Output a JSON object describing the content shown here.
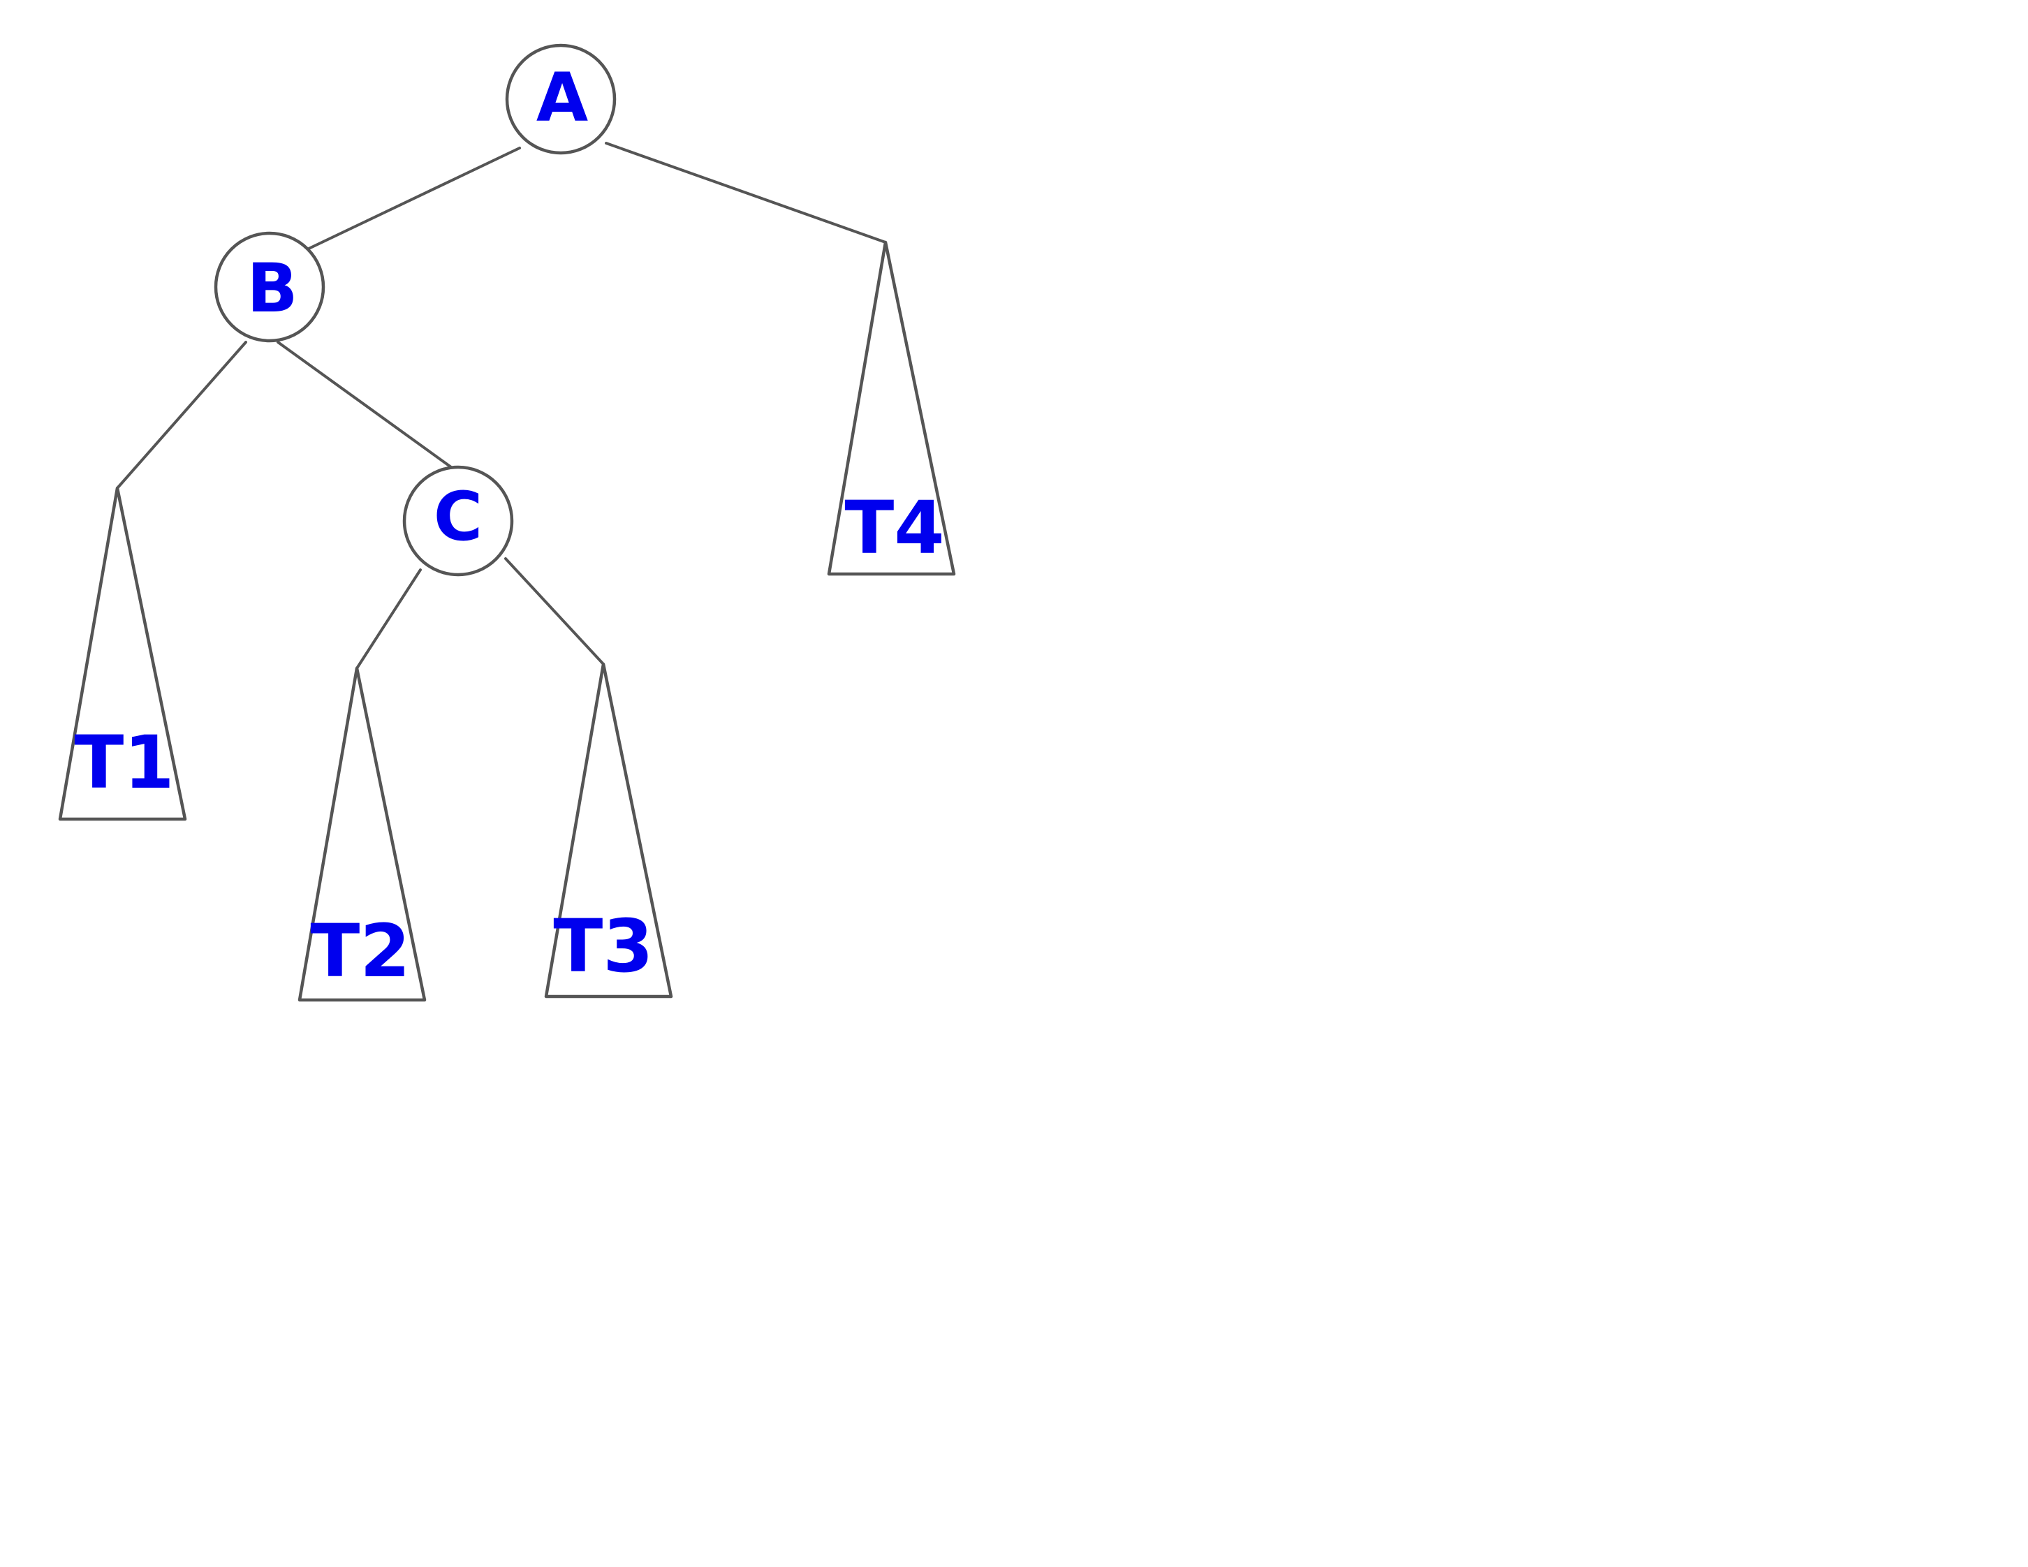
{
  "colors": {
    "label": "#0000ee",
    "line": "#555555",
    "background": "#ffffff"
  },
  "nodes": {
    "a": {
      "label": "A"
    },
    "b": {
      "label": "B"
    },
    "c": {
      "label": "C"
    }
  },
  "subtrees": {
    "t1": {
      "label": "T1"
    },
    "t2": {
      "label": "T2"
    },
    "t3": {
      "label": "T3"
    },
    "t4": {
      "label": "T4"
    }
  }
}
